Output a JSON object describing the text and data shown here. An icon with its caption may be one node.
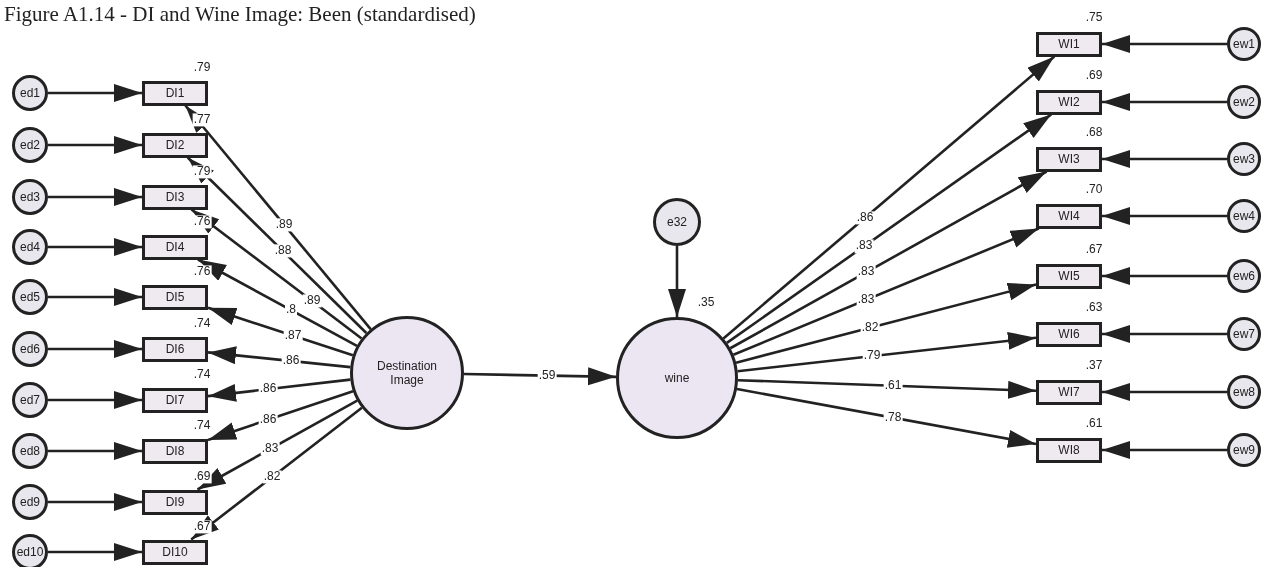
{
  "diagram": {
    "title": "Figure A1.14 - DI and Wine Image: Been (standardised)",
    "nodes": [
      {
        "text": [
          "ed1"
        ]
      },
      {
        "text": [
          "ed2"
        ]
      },
      {
        "text": [
          "ed3"
        ]
      },
      {
        "text": [
          "ed4"
        ]
      },
      {
        "text": [
          "ed5"
        ]
      },
      {
        "text": [
          "ed6"
        ]
      },
      {
        "text": [
          "ed7"
        ]
      },
      {
        "text": [
          "ed8"
        ]
      },
      {
        "text": [
          "ed9"
        ]
      },
      {
        "text": [
          "ed10"
        ]
      },
      {
        "text": [
          "DI1"
        ],
        "beside": [
          ".79"
        ]
      },
      {
        "text": [
          "DI2"
        ],
        "beside": [
          ".77"
        ]
      },
      {
        "text": [
          "DI3"
        ],
        "beside": [
          ".79"
        ]
      },
      {
        "text": [
          "DI4"
        ],
        "beside": [
          ".76"
        ]
      },
      {
        "text": [
          "DI5"
        ],
        "beside": [
          ".76"
        ]
      },
      {
        "text": [
          "DI6"
        ],
        "beside": [
          ".74"
        ]
      },
      {
        "text": [
          "DI7"
        ],
        "beside": [
          ".74"
        ]
      },
      {
        "text": [
          "DI8"
        ],
        "beside": [
          ".74"
        ]
      },
      {
        "text": [
          "DI9"
        ],
        "beside": [
          ".69"
        ]
      },
      {
        "text": [
          "DI10"
        ],
        "beside": [
          ".67"
        ]
      },
      {
        "text": [
          "Destination Image"
        ]
      },
      {
        "text": [
          "e32"
        ]
      },
      {
        "text": [
          "wine"
        ],
        "beside": [
          ".35"
        ]
      },
      {
        "text": [
          "WI1"
        ],
        "beside": [
          ".75"
        ]
      },
      {
        "text": [
          "WI2"
        ],
        "beside": [
          ".69"
        ]
      },
      {
        "text": [
          "WI3"
        ],
        "beside": [
          ".68"
        ]
      },
      {
        "text": [
          "WI4"
        ],
        "beside": [
          ".70"
        ]
      },
      {
        "text": [
          "WI5"
        ],
        "beside": [
          ".67"
        ]
      },
      {
        "text": [
          "WI6"
        ],
        "beside": [
          ".63"
        ]
      },
      {
        "text": [
          "WI7"
        ],
        "beside": [
          ".37"
        ]
      },
      {
        "text": [
          "WI8"
        ],
        "beside": [
          ".61"
        ]
      },
      {
        "text": [
          "ew1"
        ]
      },
      {
        "text": [
          "ew2"
        ]
      },
      {
        "text": [
          "ew3"
        ]
      },
      {
        "text": [
          "ew4"
        ]
      },
      {
        "text": [
          "ew6"
        ]
      },
      {
        "text": [
          "ew7"
        ]
      },
      {
        "text": [
          "ew8"
        ]
      },
      {
        "text": [
          "ew9"
        ]
      }
    ],
    "edges": [
      {
        "from": 0,
        "to": 10,
        "arrow": "to"
      },
      {
        "from": 1,
        "to": 11,
        "arrow": "to"
      },
      {
        "from": 2,
        "to": 12,
        "arrow": "to"
      },
      {
        "from": 3,
        "to": 13,
        "arrow": "to"
      },
      {
        "from": 4,
        "to": 14,
        "arrow": "to"
      },
      {
        "from": 5,
        "to": 15,
        "arrow": "to"
      },
      {
        "from": 6,
        "to": 16,
        "arrow": "to"
      },
      {
        "from": 7,
        "to": 17,
        "arrow": "to"
      },
      {
        "from": 8,
        "to": 18,
        "arrow": "to"
      },
      {
        "from": 9,
        "to": 19,
        "arrow": "to"
      },
      {
        "from": 20,
        "to": 10,
        "arrow": "to",
        "label": ".89"
      },
      {
        "from": 20,
        "to": 11,
        "arrow": "to",
        "label": ".88"
      },
      {
        "from": 20,
        "to": 12,
        "arrow": "to",
        "label": ".89"
      },
      {
        "from": 20,
        "to": 13,
        "arrow": "to",
        "label": ".8"
      },
      {
        "from": 20,
        "to": 14,
        "arrow": "to",
        "label": ".87"
      },
      {
        "from": 20,
        "to": 15,
        "arrow": "to",
        "label": ".86"
      },
      {
        "from": 20,
        "to": 16,
        "arrow": "to",
        "label": ".86"
      },
      {
        "from": 20,
        "to": 17,
        "arrow": "to",
        "label": ".86"
      },
      {
        "from": 20,
        "to": 18,
        "arrow": "to",
        "label": ".83"
      },
      {
        "from": 20,
        "to": 19,
        "arrow": "to",
        "label": ".82"
      },
      {
        "from": 20,
        "to": 22,
        "arrow": "to",
        "label": ".59"
      },
      {
        "from": 21,
        "to": 22,
        "arrow": "to"
      },
      {
        "from": 22,
        "to": 23,
        "arrow": "to",
        "label": ".86"
      },
      {
        "from": 22,
        "to": 24,
        "arrow": "to",
        "label": ".83"
      },
      {
        "from": 22,
        "to": 25,
        "arrow": "to",
        "label": ".83"
      },
      {
        "from": 22,
        "to": 26,
        "arrow": "to",
        "label": ".83"
      },
      {
        "from": 22,
        "to": 27,
        "arrow": "to",
        "label": ".82"
      },
      {
        "from": 22,
        "to": 28,
        "arrow": "to",
        "label": ".79"
      },
      {
        "from": 22,
        "to": 29,
        "arrow": "to",
        "label": ".61"
      },
      {
        "from": 22,
        "to": 30,
        "arrow": "to",
        "label": ".78"
      },
      {
        "from": 31,
        "to": 23,
        "arrow": "to"
      },
      {
        "from": 32,
        "to": 24,
        "arrow": "to"
      },
      {
        "from": 33,
        "to": 25,
        "arrow": "to"
      },
      {
        "from": 34,
        "to": 26,
        "arrow": "to"
      },
      {
        "from": 35,
        "to": 27,
        "arrow": "to"
      },
      {
        "from": 36,
        "to": 28,
        "arrow": "to"
      },
      {
        "from": 37,
        "to": 29,
        "arrow": "to"
      },
      {
        "from": 38,
        "to": 30,
        "arrow": "to"
      }
    ]
  }
}
